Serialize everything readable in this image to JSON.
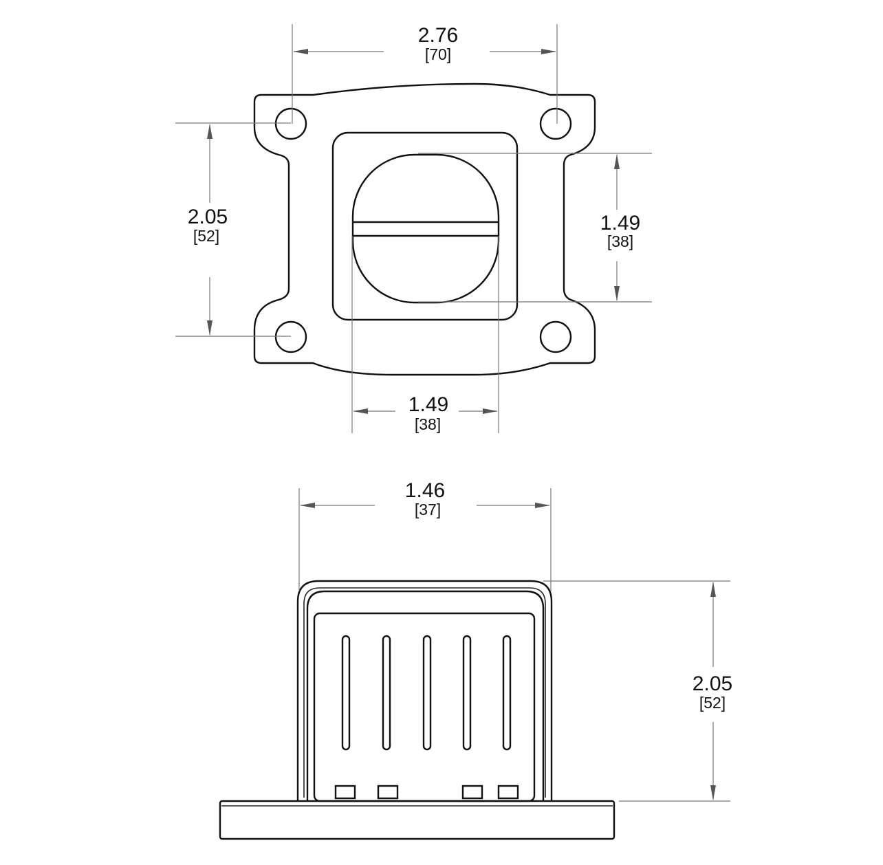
{
  "top_view": {
    "width_dim": {
      "value": "2.76",
      "metric": "[70]"
    },
    "hole_spacing_dim": {
      "value": "2.05",
      "metric": "[52]"
    },
    "port_height_dim": {
      "value": "1.49",
      "metric": "[38]"
    },
    "port_width_dim": {
      "value": "1.49",
      "metric": "[38]"
    }
  },
  "side_view": {
    "body_width_dim": {
      "value": "1.46",
      "metric": "[37]"
    },
    "height_dim": {
      "value": "2.05",
      "metric": "[52]"
    }
  },
  "colors": {
    "line": "#111111",
    "dimension": "#777777"
  }
}
